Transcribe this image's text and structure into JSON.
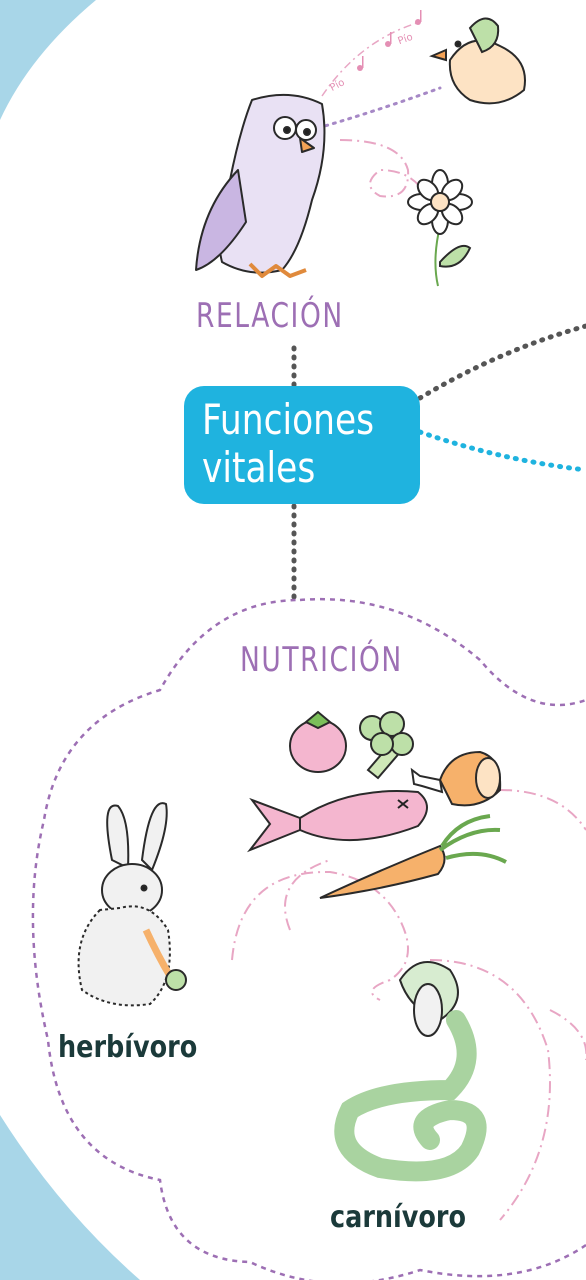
{
  "center": {
    "line1": "Funciones",
    "line2": "vitales"
  },
  "relacion": {
    "title": "RELACIÓN",
    "sounds": [
      "Pío",
      "Pío"
    ]
  },
  "nutricion": {
    "title": "NUTRICIÓN",
    "herbivoro": "herbívoro",
    "carnivoro": "carnívoro"
  },
  "colors": {
    "background_arc": "#a8d6e8",
    "accent": "#1fb3df",
    "heading": "#9d6fb4",
    "label": "#1b3a3a",
    "dotted": "#555555"
  },
  "icons": [
    "owl-icon",
    "bird-icon",
    "flower-icon",
    "tomato-icon",
    "broccoli-icon",
    "ham-icon",
    "fish-icon",
    "carrot-icon",
    "rabbit-icon",
    "snake-icon"
  ]
}
